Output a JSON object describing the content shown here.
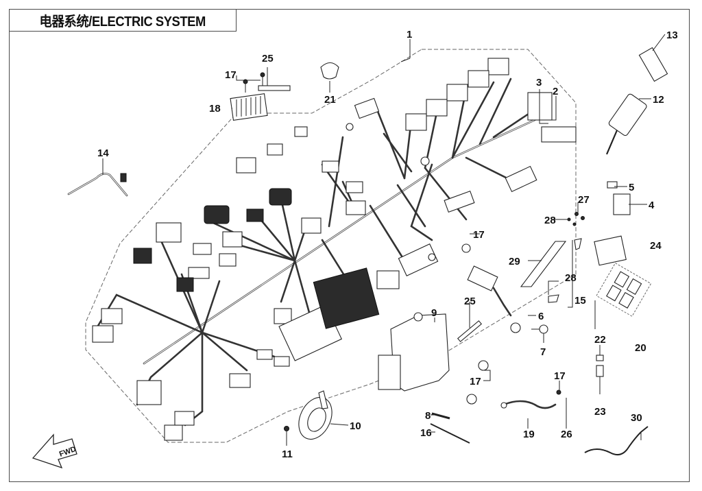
{
  "title": "电器系统/ELECTRIC SYSTEM",
  "direction_marker": "FWD",
  "callouts": [
    {
      "id": "1",
      "label": "1"
    },
    {
      "id": "2",
      "label": "2"
    },
    {
      "id": "3",
      "label": "3"
    },
    {
      "id": "4",
      "label": "4"
    },
    {
      "id": "5",
      "label": "5"
    },
    {
      "id": "6",
      "label": "6"
    },
    {
      "id": "7",
      "label": "7"
    },
    {
      "id": "8",
      "label": "8"
    },
    {
      "id": "9",
      "label": "9"
    },
    {
      "id": "10",
      "label": "10"
    },
    {
      "id": "11",
      "label": "11"
    },
    {
      "id": "12",
      "label": "12"
    },
    {
      "id": "13",
      "label": "13"
    },
    {
      "id": "14",
      "label": "14"
    },
    {
      "id": "15",
      "label": "15"
    },
    {
      "id": "16",
      "label": "16"
    },
    {
      "id": "17a",
      "label": "17"
    },
    {
      "id": "17b",
      "label": "17"
    },
    {
      "id": "17c",
      "label": "17"
    },
    {
      "id": "17d",
      "label": "17"
    },
    {
      "id": "18",
      "label": "18"
    },
    {
      "id": "19",
      "label": "19"
    },
    {
      "id": "20",
      "label": "20"
    },
    {
      "id": "21",
      "label": "21"
    },
    {
      "id": "22",
      "label": "22"
    },
    {
      "id": "23",
      "label": "23"
    },
    {
      "id": "24",
      "label": "24"
    },
    {
      "id": "25a",
      "label": "25"
    },
    {
      "id": "25b",
      "label": "25"
    },
    {
      "id": "26",
      "label": "26"
    },
    {
      "id": "27",
      "label": "27"
    },
    {
      "id": "28a",
      "label": "28"
    },
    {
      "id": "28b",
      "label": "28"
    },
    {
      "id": "29",
      "label": "29"
    },
    {
      "id": "30",
      "label": "30"
    }
  ]
}
